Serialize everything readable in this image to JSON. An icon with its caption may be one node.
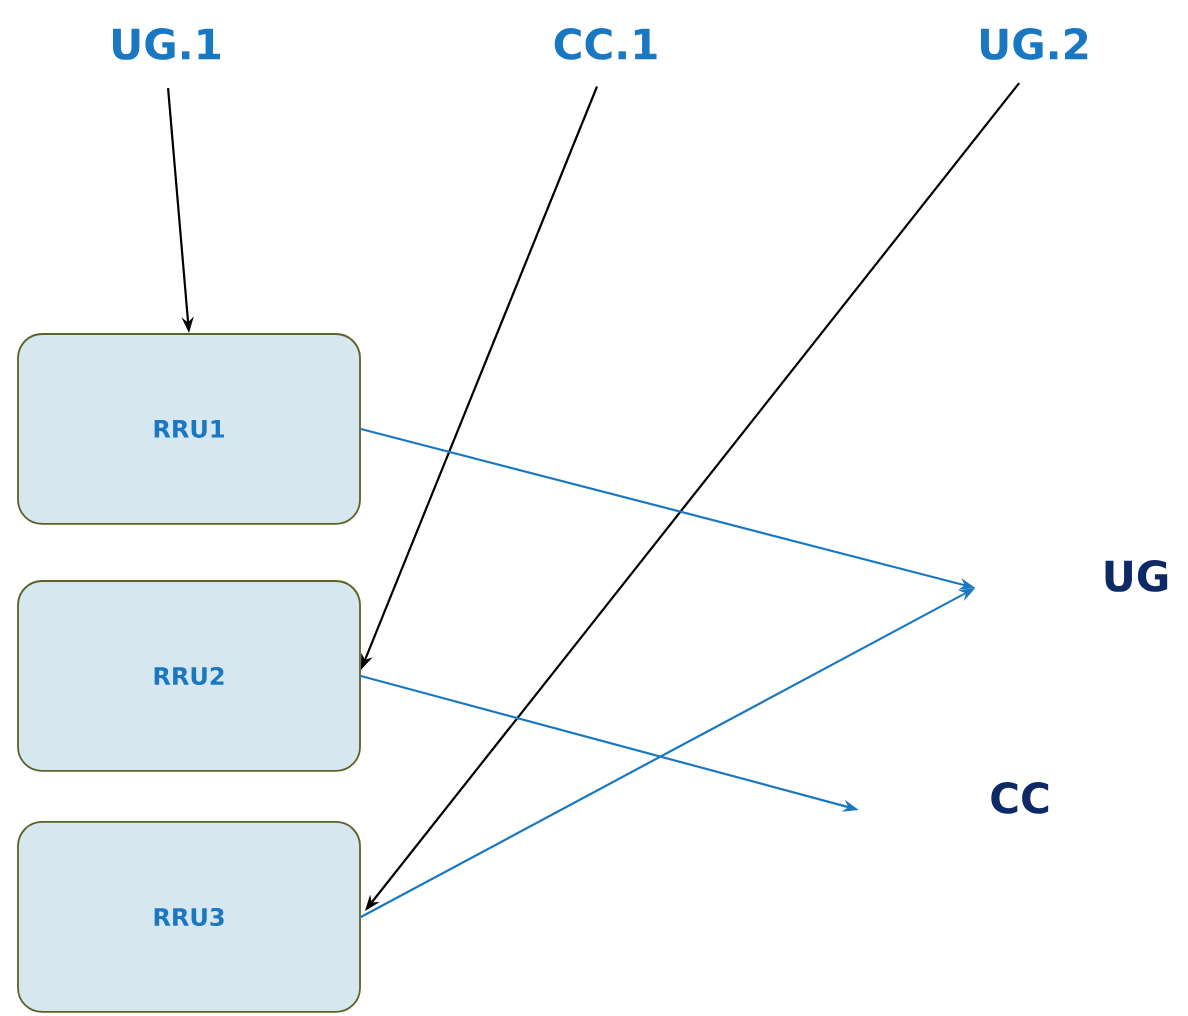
{
  "diagram": {
    "nodes": [
      {
        "text": [
          "UG.1"
        ]
      },
      {
        "text": [
          "CC.1"
        ]
      },
      {
        "text": [
          "UG.2"
        ]
      },
      {
        "text": [
          "RRU1"
        ]
      },
      {
        "text": [
          "RRU2"
        ]
      },
      {
        "text": [
          "RRU3"
        ]
      },
      {
        "text": [
          "UG"
        ]
      },
      {
        "text": [
          "CC"
        ]
      }
    ],
    "edges": [
      {
        "from": 0,
        "to": 3,
        "arrow": "to"
      },
      {
        "from": 1,
        "to": 4,
        "arrow": "to"
      },
      {
        "from": 2,
        "to": 5,
        "arrow": "to"
      },
      {
        "from": 3,
        "to": 6,
        "arrow": "to",
        "color": "#1a78c2"
      },
      {
        "from": 4,
        "to": 7,
        "arrow": "to",
        "color": "#1a78c2"
      },
      {
        "from": 5,
        "to": 6,
        "arrow": "to",
        "color": "#1a78c2"
      }
    ]
  }
}
